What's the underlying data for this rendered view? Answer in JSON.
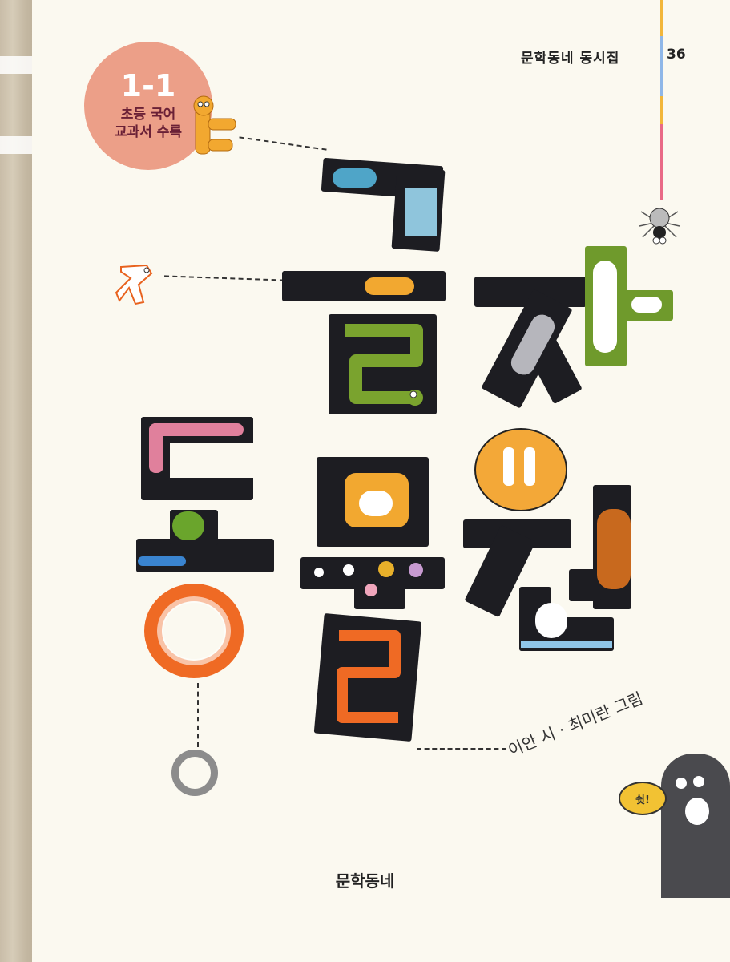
{
  "cover": {
    "badge": {
      "level": "1-1",
      "line1": "초등 국어",
      "line2": "교과서 수록",
      "color": "#ec9f88"
    },
    "series": {
      "name": "문학동네 동시집",
      "number": "36"
    },
    "title": "글자동물원",
    "title_letters": [
      "ㄱ",
      "ㅡ",
      "ㄹ",
      "ㅈ",
      "ㅏ",
      "ㄷ",
      "ㅗ",
      "ㅁ",
      "ㅜ",
      "ㅇ",
      "ㅇ",
      "ㄹ",
      "ㅜ",
      "ㅓ",
      "ㄴ",
      "ㅇ"
    ],
    "credits": "이안 시 · 최미란 그림",
    "speech_bubble": "쉿!",
    "publisher": "문학동네"
  }
}
